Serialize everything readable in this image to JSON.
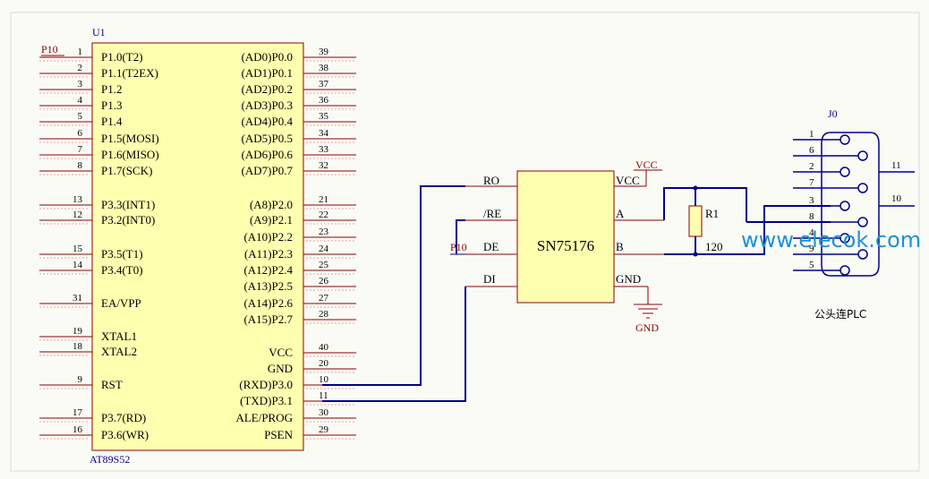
{
  "mcu": {
    "ref": "U1",
    "part": "AT89S52",
    "left_pins": [
      {
        "num": "1",
        "label": "P1.0(T2)"
      },
      {
        "num": "2",
        "label": "P1.1(T2EX)"
      },
      {
        "num": "3",
        "label": "P1.2"
      },
      {
        "num": "4",
        "label": "P1.3"
      },
      {
        "num": "5",
        "label": "P1.4"
      },
      {
        "num": "6",
        "label": "P1.5(MOSI)"
      },
      {
        "num": "7",
        "label": "P1.6(MISO)"
      },
      {
        "num": "8",
        "label": "P1.7(SCK)"
      },
      {
        "num": "13",
        "label": "P3.3(INT1)"
      },
      {
        "num": "12",
        "label": "P3.2(INT0)"
      },
      {
        "num": "15",
        "label": "P3.5(T1)"
      },
      {
        "num": "14",
        "label": "P3.4(T0)"
      },
      {
        "num": "31",
        "label": "EA/VPP"
      },
      {
        "num": "19",
        "label": "XTAL1"
      },
      {
        "num": "18",
        "label": "XTAL2"
      },
      {
        "num": "9",
        "label": "RST"
      },
      {
        "num": "17",
        "label": "P3.7(RD)"
      },
      {
        "num": "16",
        "label": "P3.6(WR)"
      }
    ],
    "right_pins": [
      {
        "num": "39",
        "label": "(AD0)P0.0"
      },
      {
        "num": "38",
        "label": "(AD1)P0.1"
      },
      {
        "num": "37",
        "label": "(AD2)P0.2"
      },
      {
        "num": "36",
        "label": "(AD3)P0.3"
      },
      {
        "num": "35",
        "label": "(AD4)P0.4"
      },
      {
        "num": "34",
        "label": "(AD5)P0.5"
      },
      {
        "num": "33",
        "label": "(AD6)P0.6"
      },
      {
        "num": "32",
        "label": "(AD7)P0.7"
      },
      {
        "num": "21",
        "label": "(A8)P2.0"
      },
      {
        "num": "22",
        "label": "(A9)P2.1"
      },
      {
        "num": "23",
        "label": "(A10)P2.2"
      },
      {
        "num": "24",
        "label": "(A11)P2.3"
      },
      {
        "num": "25",
        "label": "(A12)P2.4"
      },
      {
        "num": "26",
        "label": "(A13)P2.5"
      },
      {
        "num": "27",
        "label": "(A14)P2.6"
      },
      {
        "num": "28",
        "label": "(A15)P2.7"
      },
      {
        "num": "40",
        "label": "VCC"
      },
      {
        "num": "20",
        "label": "GND"
      },
      {
        "num": "10",
        "label": "(RXD)P3.0"
      },
      {
        "num": "11",
        "label": "(TXD)P3.1"
      },
      {
        "num": "30",
        "label": "ALE/PROG"
      },
      {
        "num": "29",
        "label": "PSEN"
      }
    ],
    "net_p10": "P10"
  },
  "transceiver": {
    "name": "SN75176",
    "pins_left": [
      "RO",
      "/RE",
      "DE",
      "DI"
    ],
    "pins_right": [
      "VCC",
      "A",
      "B",
      "GND"
    ],
    "net_p10": "P10",
    "vcc": "VCC",
    "gnd": "GND"
  },
  "resistor": {
    "ref": "R1",
    "value": "120"
  },
  "connector": {
    "ref": "J0",
    "pins_top": [
      "1",
      "6",
      "2",
      "7",
      "3",
      "8",
      "4",
      "9",
      "5"
    ],
    "pin_11": "11",
    "pin_10": "10",
    "caption": "公头连PLC"
  },
  "watermark": "www.elecok.com",
  "colors": {
    "wire": "#00008b",
    "component": "#8b0000",
    "fill": "#ffffb0",
    "accent": "#1e90d6"
  }
}
